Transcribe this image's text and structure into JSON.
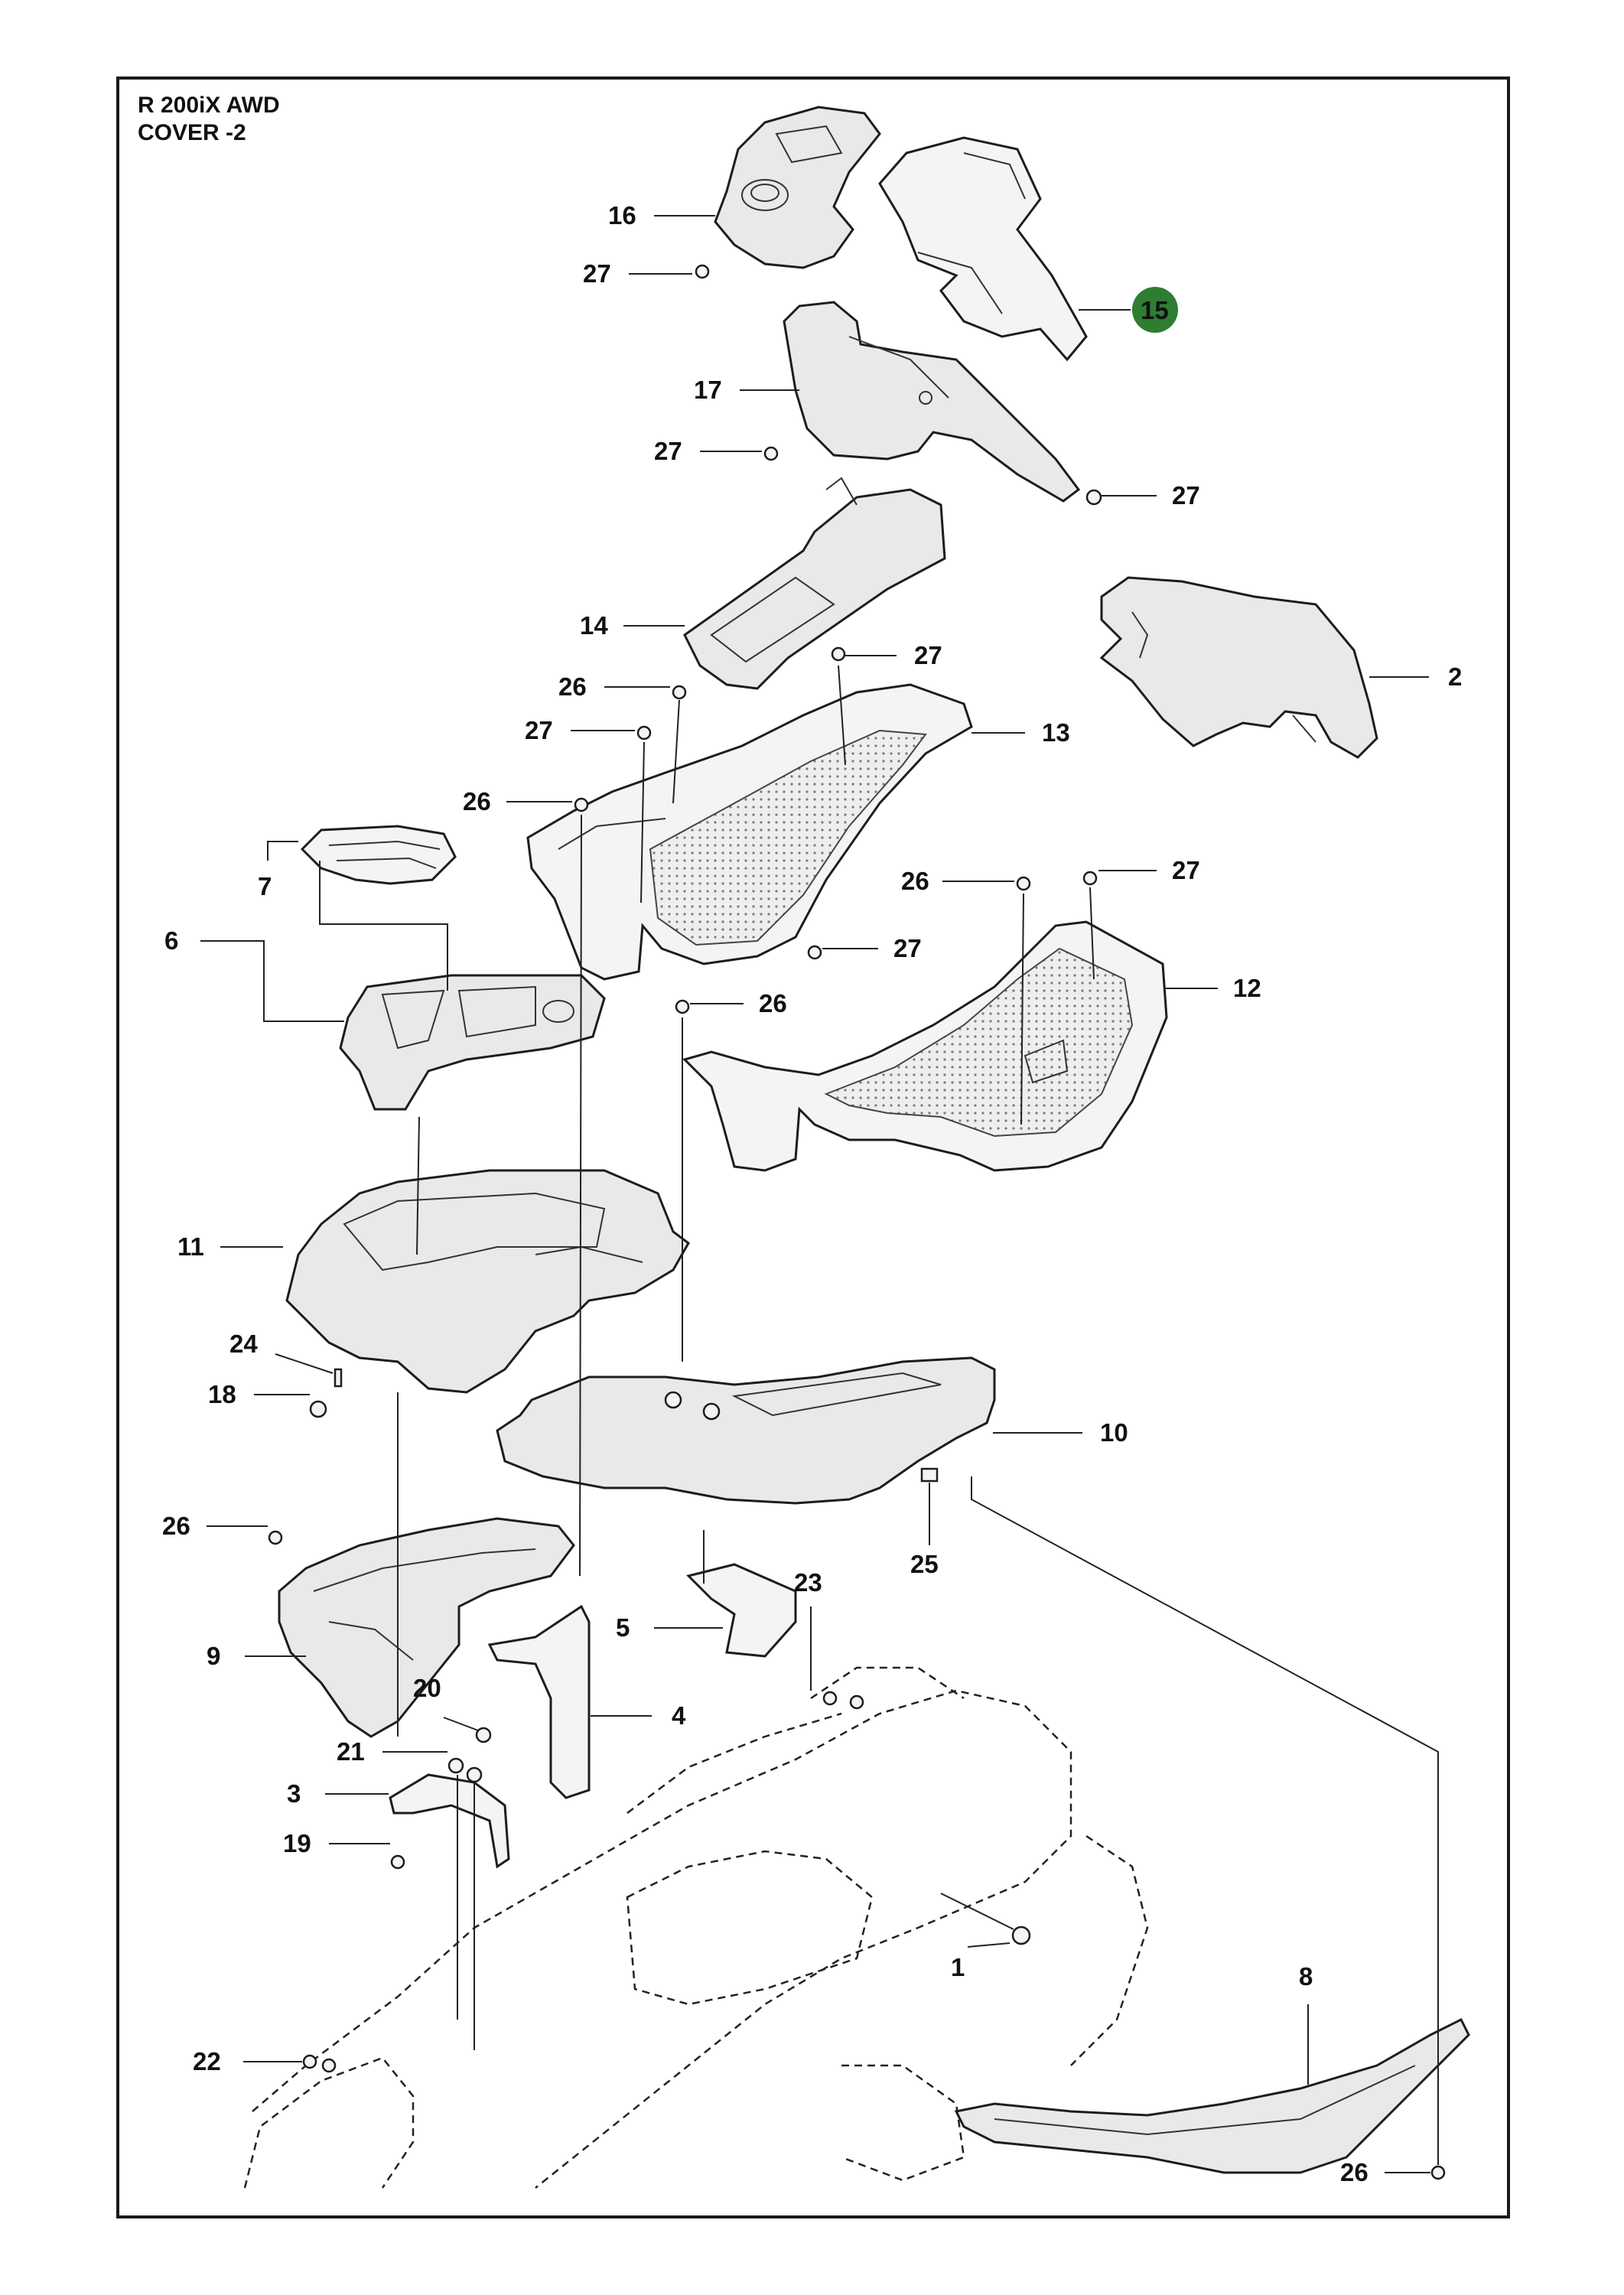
{
  "header": {
    "title_line1": "R 200iX AWD",
    "title_line2": "COVER -2"
  },
  "highlight_color": "#2e7d32",
  "callouts": [
    {
      "id": "c16",
      "label": "16"
    },
    {
      "id": "c27a",
      "label": "27"
    },
    {
      "id": "c15",
      "label": "15",
      "highlighted": true
    },
    {
      "id": "c17",
      "label": "17"
    },
    {
      "id": "c27b",
      "label": "27"
    },
    {
      "id": "c27c",
      "label": "27"
    },
    {
      "id": "c2",
      "label": "2"
    },
    {
      "id": "c14",
      "label": "14"
    },
    {
      "id": "c27d",
      "label": "27"
    },
    {
      "id": "c26a",
      "label": "26"
    },
    {
      "id": "c27e",
      "label": "27"
    },
    {
      "id": "c13",
      "label": "13"
    },
    {
      "id": "c26b",
      "label": "26"
    },
    {
      "id": "c7",
      "label": "7"
    },
    {
      "id": "c6",
      "label": "6"
    },
    {
      "id": "c26c",
      "label": "26"
    },
    {
      "id": "c27f",
      "label": "27"
    },
    {
      "id": "c27g",
      "label": "27"
    },
    {
      "id": "c26d",
      "label": "26"
    },
    {
      "id": "c12",
      "label": "12"
    },
    {
      "id": "c11",
      "label": "11"
    },
    {
      "id": "c24",
      "label": "24"
    },
    {
      "id": "c18",
      "label": "18"
    },
    {
      "id": "c10",
      "label": "10"
    },
    {
      "id": "c25",
      "label": "25"
    },
    {
      "id": "c26e",
      "label": "26"
    },
    {
      "id": "c23",
      "label": "23"
    },
    {
      "id": "c5",
      "label": "5"
    },
    {
      "id": "c9",
      "label": "9"
    },
    {
      "id": "c20",
      "label": "20"
    },
    {
      "id": "c4",
      "label": "4"
    },
    {
      "id": "c21",
      "label": "21"
    },
    {
      "id": "c3",
      "label": "3"
    },
    {
      "id": "c19",
      "label": "19"
    },
    {
      "id": "c1",
      "label": "1"
    },
    {
      "id": "c8",
      "label": "8"
    },
    {
      "id": "c22",
      "label": "22"
    },
    {
      "id": "c26f",
      "label": "26"
    }
  ]
}
